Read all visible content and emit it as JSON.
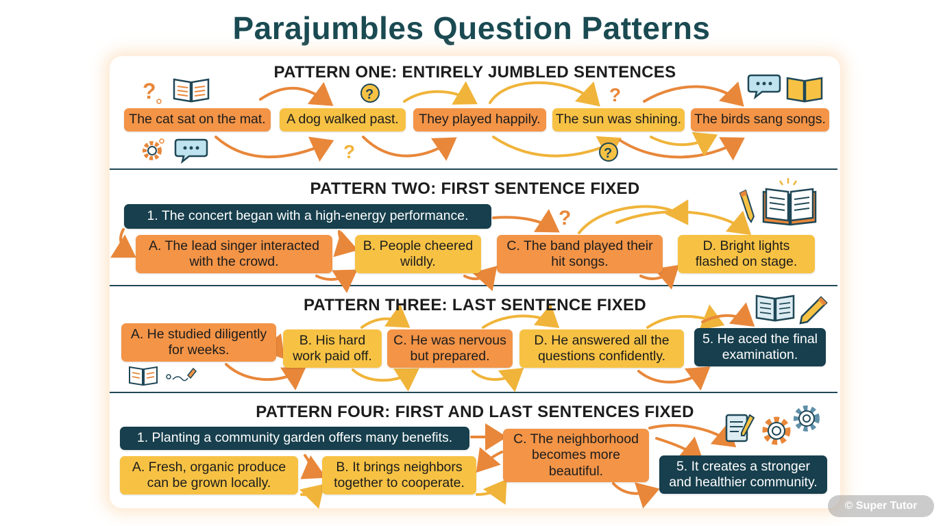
{
  "title": "Parajumbles Question Patterns",
  "patterns": [
    {
      "heading": "PATTERN ONE: ENTIRELY JUMBLED SENTENCES",
      "items": [
        "The cat sat on the mat.",
        "A dog walked past.",
        "They played happily.",
        "The sun was shining.",
        "The birds sang songs."
      ]
    },
    {
      "heading": "PATTERN TWO: FIRST SENTENCE FIXED",
      "fixed": "1. The concert began with a high-energy performance.",
      "items": [
        {
          "l1": "A. The lead singer interacted",
          "l2": "with the crowd."
        },
        {
          "l1": "B. People cheered",
          "l2": "wildly."
        },
        {
          "l1": "C. The band played their",
          "l2": "hit songs."
        },
        {
          "l1": "D. Bright lights",
          "l2": "flashed on stage."
        }
      ]
    },
    {
      "heading": "PATTERN THREE: LAST SENTENCE FIXED",
      "items": [
        {
          "l1": "A. He studied diligently",
          "l2": "for weeks."
        },
        {
          "l1": "B. His hard",
          "l2": "work paid off."
        },
        {
          "l1": "C. He was nervous",
          "l2": "but prepared."
        },
        {
          "l1": "D. He answered all the",
          "l2": "questions confidently."
        }
      ],
      "fixed": {
        "l1": "5. He aced the final",
        "l2": "examination."
      }
    },
    {
      "heading": "PATTERN FOUR: FIRST AND LAST SENTENCES FIXED",
      "first": "1. Planting a community garden offers many benefits.",
      "a": {
        "l1": "A. Fresh, organic produce",
        "l2": "can be grown locally."
      },
      "b": {
        "l1": "B. It brings neighbors",
        "l2": "together to cooperate."
      },
      "c": {
        "l1": "C. The neighborhood",
        "l2": "becomes more",
        "l3": "beautiful."
      },
      "last": {
        "l1": "5. It creates a stronger",
        "l2": "and healthier community."
      }
    }
  ],
  "watermark": "© Super Tutor",
  "colors": {
    "orange": "#f39447",
    "yellow": "#f7c244",
    "teal": "#173f4d",
    "title": "#1a4a52",
    "arrow": "#e8873a"
  },
  "icons": [
    "question-mark-icon",
    "open-book-icon",
    "gear-icon",
    "speech-bubble-icon",
    "pencil-icon",
    "tablet-icon"
  ]
}
